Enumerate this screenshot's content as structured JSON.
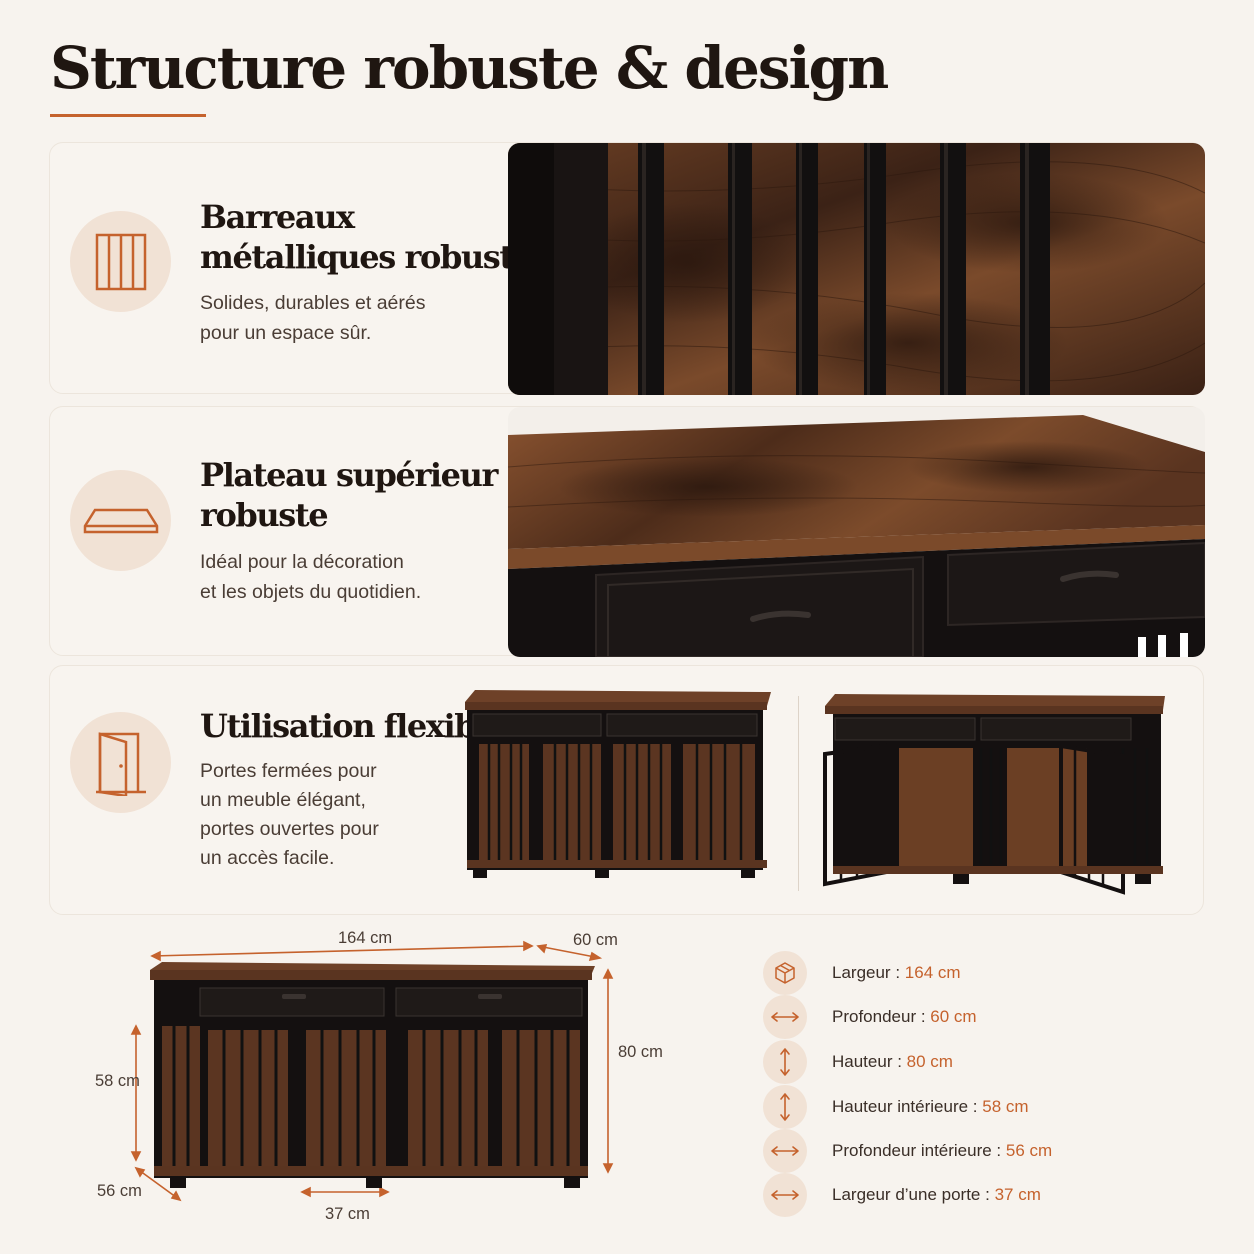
{
  "page_title": "Structure robuste & design",
  "features": [
    {
      "title_line1": "Barreaux",
      "title_line2": "métalliques robustes",
      "desc_line1": "Solides, durables et aérés",
      "desc_line2": "pour un espace sûr.",
      "icon": "bars-icon"
    },
    {
      "title_line1": "Plateau supérieur",
      "title_line2": "robuste",
      "desc_line1": "Idéal pour la décoration",
      "desc_line2": "et les objets du quotidien.",
      "icon": "tabletop-icon"
    },
    {
      "title_line1": "Utilisation flexible",
      "desc_line1": "Portes fermées pour",
      "desc_line2": "un meuble élégant,",
      "desc_line3": "portes ouvertes pour",
      "desc_line4": "un accès facile.",
      "icon": "door-icon"
    }
  ],
  "dimensions": {
    "width": "164 cm",
    "depth": "60 cm",
    "height": "80 cm",
    "inner_height": "58 cm",
    "inner_depth": "56 cm",
    "door_width": "37 cm"
  },
  "specs": [
    {
      "label": "Largeur :",
      "value": "164 cm",
      "icon": "box-icon"
    },
    {
      "label": "Profondeur :",
      "value": "60 cm",
      "icon": "horizontal-arrow-icon"
    },
    {
      "label": "Hauteur :",
      "value": "80 cm",
      "icon": "vertical-arrow-icon"
    },
    {
      "label": "Hauteur intérieure :",
      "value": "58 cm",
      "icon": "vertical-arrow-icon"
    },
    {
      "label": "Profondeur intérieure :",
      "value": "56 cm",
      "icon": "horizontal-arrow-icon"
    },
    {
      "label": "Largeur d’une porte :",
      "value": "37 cm",
      "icon": "horizontal-arrow-icon"
    }
  ],
  "colors": {
    "accent": "#c5622d",
    "wood": "#5a3520",
    "metal": "#141010",
    "icon_bg": "#f1e2d5"
  }
}
